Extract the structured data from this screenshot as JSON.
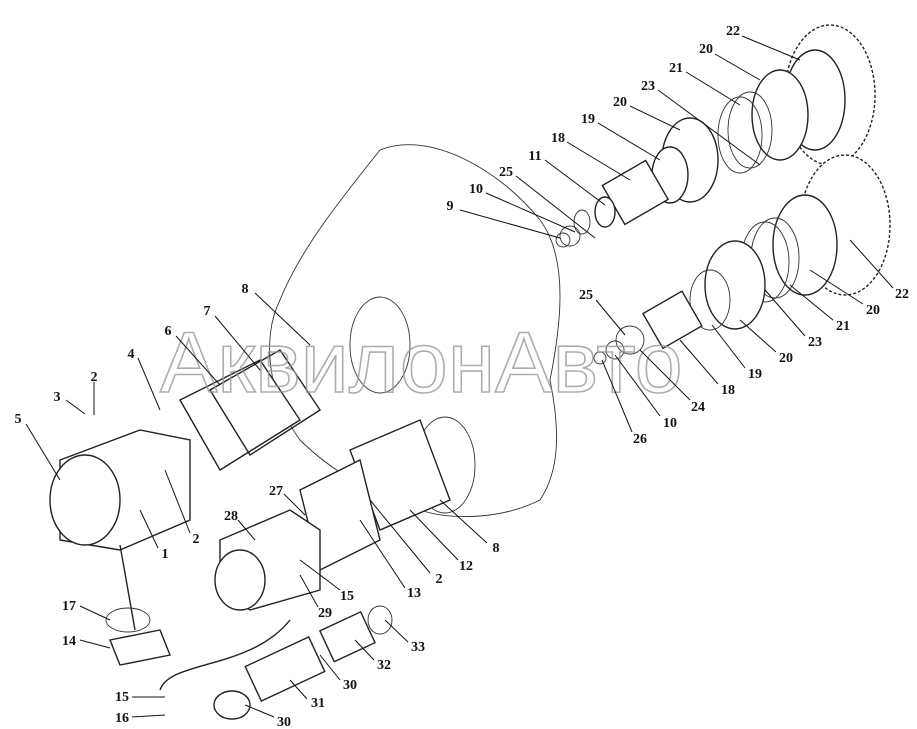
{
  "watermark": "АквилонАвто",
  "labels": [
    "22",
    "20",
    "21",
    "23",
    "20",
    "19",
    "18",
    "11",
    "25",
    "10",
    "9",
    "22",
    "20",
    "21",
    "23",
    "20",
    "19",
    "18",
    "24",
    "10",
    "26",
    "25",
    "8",
    "7",
    "6",
    "4",
    "2",
    "3",
    "5",
    "1",
    "2",
    "27",
    "28",
    "29",
    "15",
    "13",
    "2",
    "12",
    "8",
    "17",
    "14",
    "15",
    "16",
    "33",
    "32",
    "30",
    "31",
    "30"
  ]
}
